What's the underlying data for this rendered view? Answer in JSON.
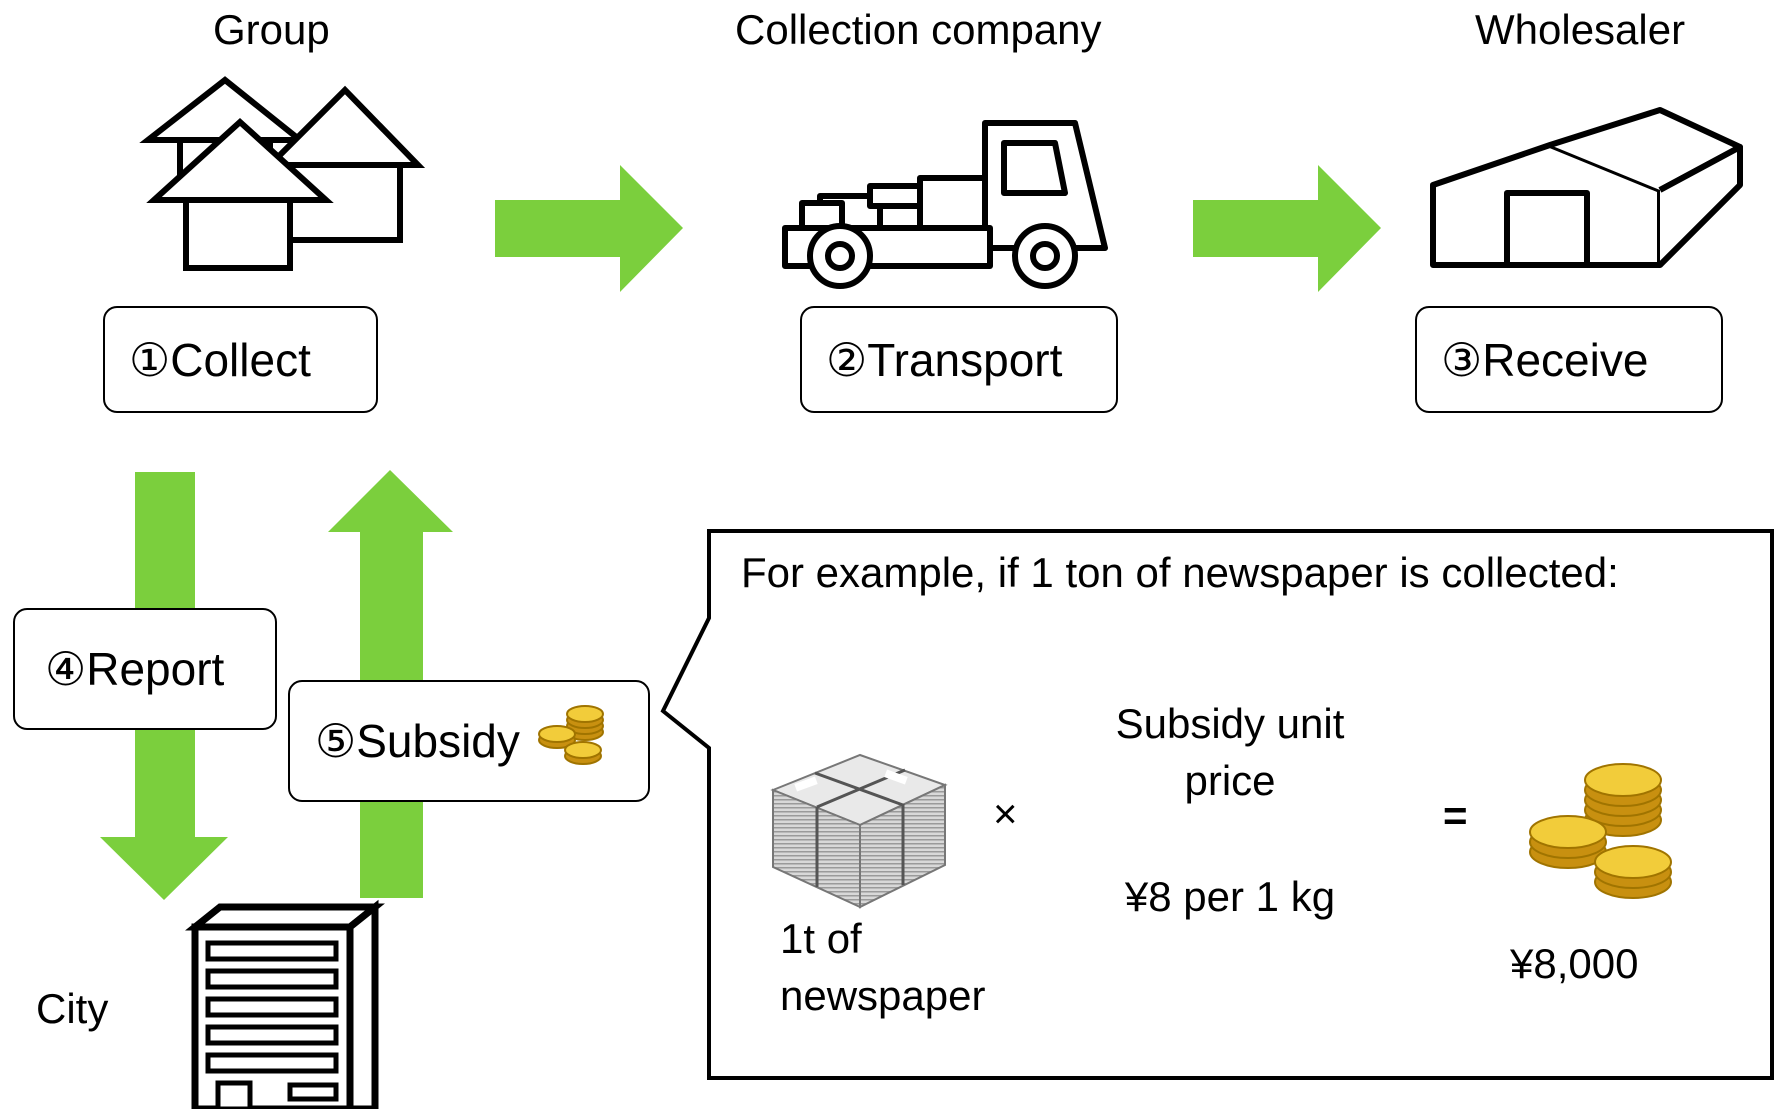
{
  "actors": {
    "group": "Group",
    "collection_company": "Collection company",
    "wholesaler": "Wholesaler",
    "city": "City"
  },
  "steps": {
    "collect": "①Collect",
    "transport": "②Transport",
    "receive": "③Receive",
    "report": "④Report",
    "subsidy": "⑤Subsidy"
  },
  "example": {
    "heading": "For example, if 1 ton of newspaper is collected:",
    "item_line1": "1t of",
    "item_line2": "newspaper",
    "times": "×",
    "unit_price_line1": "Subsidy unit",
    "unit_price_line2": "price",
    "rate": "¥8 per 1 kg",
    "equals": "=",
    "result": "¥8,000"
  },
  "colors": {
    "arrow_green": "#7bcf3d",
    "coin_gold": "#e8b820"
  },
  "icons": [
    "houses-icon",
    "truck-icon",
    "warehouse-icon",
    "building-icon",
    "newspaper-bundle-icon",
    "coins-icon"
  ]
}
